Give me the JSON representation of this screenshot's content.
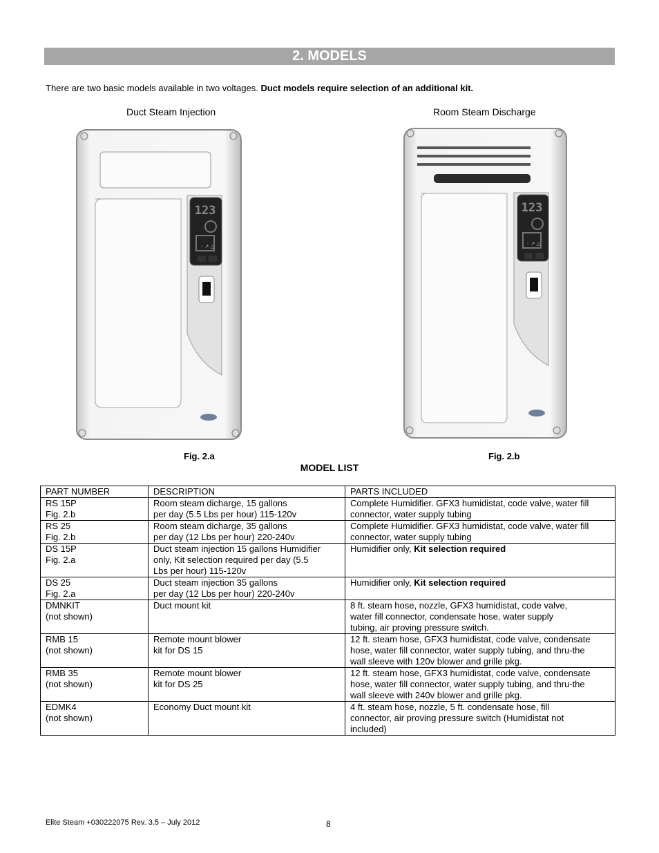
{
  "section": {
    "title": "2. MODELS"
  },
  "intro": {
    "text": "There are two basic models available in two voltages. ",
    "bold": "Duct models require selection of an additional kit."
  },
  "figures": [
    {
      "title": "Duct Steam Injection",
      "label": "Fig. 2.a",
      "display": "123"
    },
    {
      "title": "Room Steam Discharge",
      "label": "Fig. 2.b",
      "display": "123"
    }
  ],
  "model_list": {
    "title": "MODEL LIST",
    "headers": [
      "PART NUMBER",
      "DESCRIPTION",
      "PARTS INCLUDED"
    ],
    "rows": [
      {
        "part": [
          "RS 15P",
          "Fig. 2.b"
        ],
        "desc": [
          "Room steam dicharge, 15 gallons",
          "per day (5.5 Lbs per hour) 115-120v"
        ],
        "parts": [
          "Complete Humidifier. GFX3 humidistat, code valve, water fill",
          "connector, water supply tubing"
        ],
        "parts_bold": ""
      },
      {
        "part": [
          "RS 25",
          "Fig. 2.b"
        ],
        "desc": [
          "Room steam dicharge, 35 gallons",
          "per day (12 Lbs per hour) 220-240v"
        ],
        "parts": [
          "Complete Humidifier. GFX3 humidistat, code valve, water fill",
          "connector, water supply tubing"
        ],
        "parts_bold": ""
      },
      {
        "part": [
          "DS 15P",
          "Fig. 2.a"
        ],
        "desc": [
          "Duct steam injection 15 gallons Humidifier",
          "only, Kit selection required per day (5.5",
          "Lbs per hour) 115-120v"
        ],
        "parts": [
          "Humidifier only, "
        ],
        "parts_bold": "Kit selection required"
      },
      {
        "part": [
          "DS 25",
          "Fig. 2.a"
        ],
        "desc": [
          "Duct steam injection 35 gallons",
          "per day (12 Lbs per hour) 220-240v"
        ],
        "parts": [
          "Humidifier only, "
        ],
        "parts_bold": "Kit selection required"
      },
      {
        "part": [
          "DMNKIT",
          "(not shown)"
        ],
        "desc": [
          "Duct mount kit"
        ],
        "parts": [
          "8 ft. steam hose, nozzle, GFX3 humidistat, code valve,",
          "water fill connector, condensate hose, water supply",
          "tubing, air proving pressure switch."
        ],
        "parts_bold": ""
      },
      {
        "part": [
          "RMB 15",
          "(not shown)"
        ],
        "desc": [
          "Remote mount blower",
          "kit for DS 15"
        ],
        "parts": [
          "12 ft. steam hose, GFX3 humidistat, code valve, condensate",
          "hose, water fill connector, water supply tubing, and thru-the",
          "wall sleeve with 120v blower and grille pkg."
        ],
        "parts_bold": ""
      },
      {
        "part": [
          "RMB 35",
          "(not shown)"
        ],
        "desc": [
          "Remote mount blower",
          "kit for DS 25"
        ],
        "parts": [
          "12 ft. steam hose, GFX3 humidistat, code valve, condensate",
          "hose, water fill connector, water supply tubing, and thru-the",
          "wall sleeve with 240v blower and grille pkg."
        ],
        "parts_bold": ""
      },
      {
        "part": [
          "EDMK4",
          "(not shown)"
        ],
        "desc": [
          "Economy Duct mount kit"
        ],
        "parts": [
          "4 ft. steam hose, nozzle, 5 ft. condensate hose, fill",
          "connector, air proving pressure switch (Humidistat not",
          "included)"
        ],
        "parts_bold": ""
      }
    ]
  },
  "footer": {
    "left": "Elite Steam +030222075 Rev. 3.5 – July 2012",
    "page": "8"
  }
}
